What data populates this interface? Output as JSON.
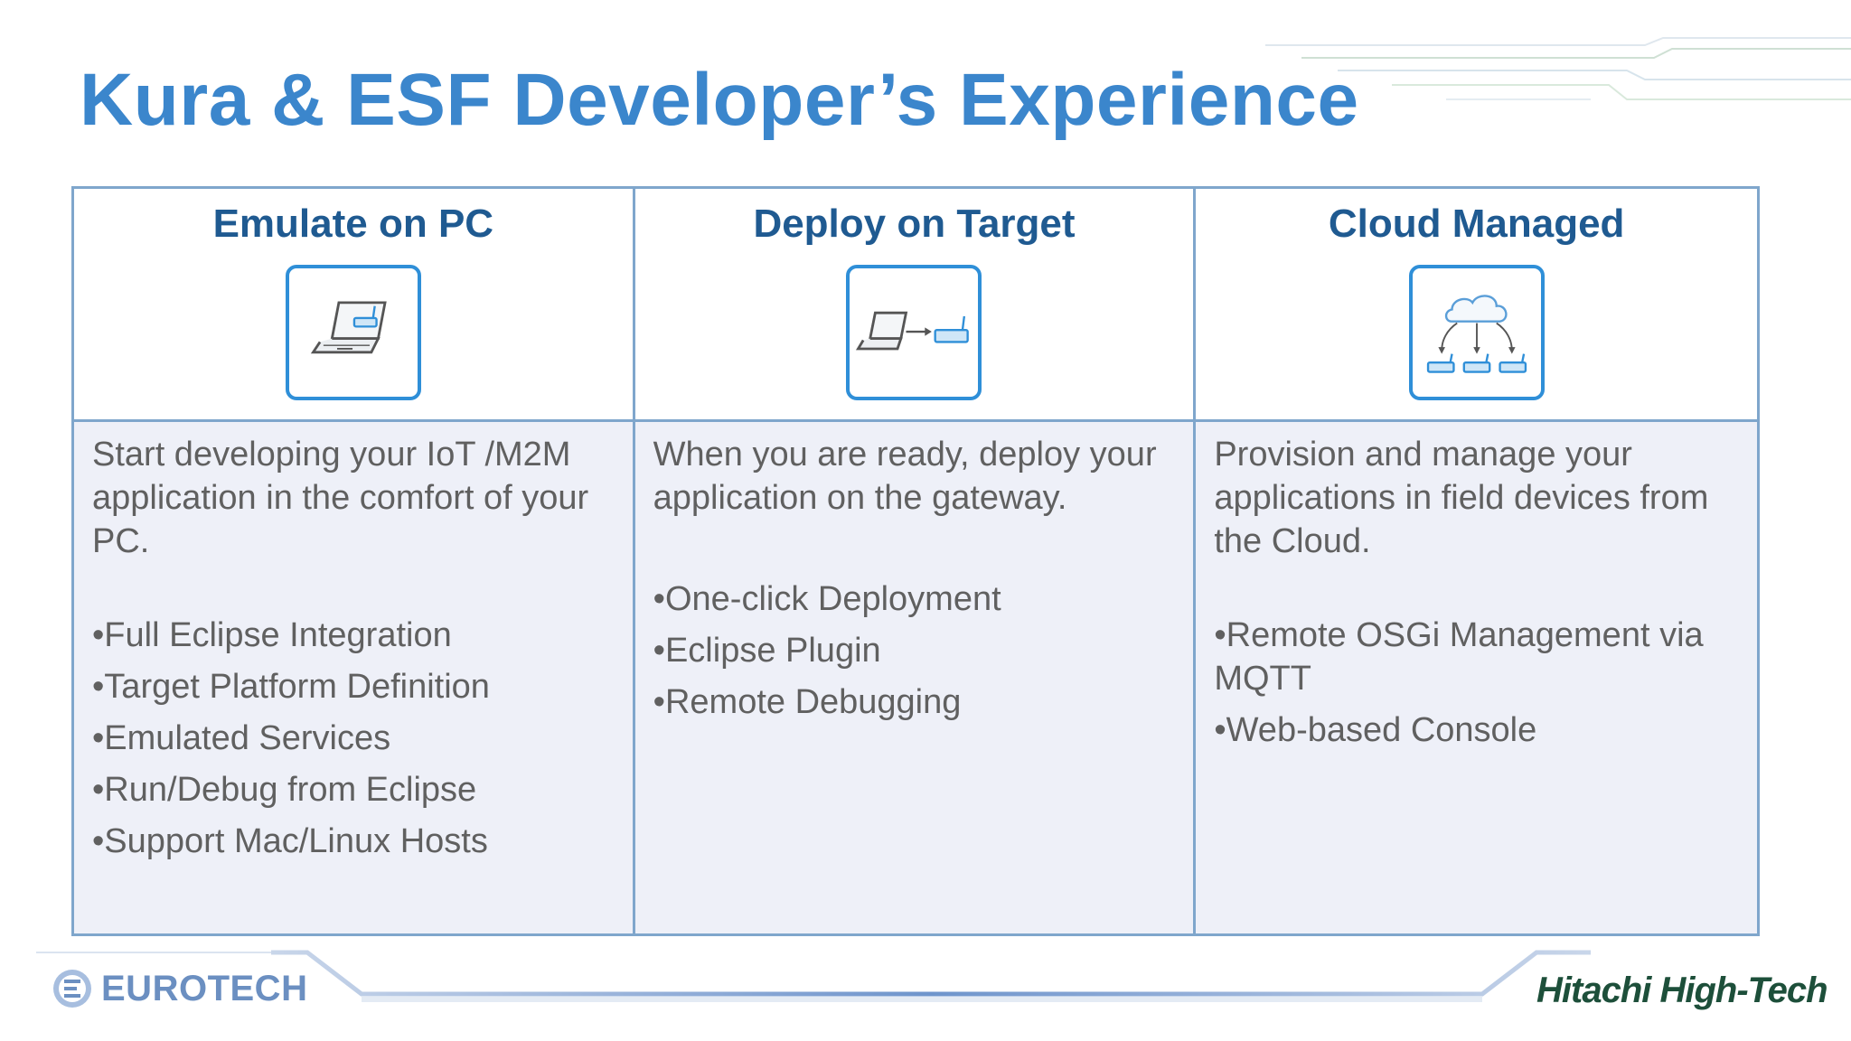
{
  "slide": {
    "title": "Kura & ESF Developer’s Experience"
  },
  "columns": [
    {
      "heading": "Emulate on PC",
      "icon": "laptop-router-icon",
      "intro": "Start developing your IoT /M2M application in the comfort of your PC.",
      "bullets": [
        "•Full Eclipse Integration",
        "•Target Platform Definition",
        "•Emulated Services",
        "•Run/Debug from Eclipse",
        "•Support Mac/Linux Hosts"
      ]
    },
    {
      "heading": "Deploy on Target",
      "icon": "laptop-to-gateway-icon",
      "intro": "When you are ready, deploy your application on the gateway.",
      "bullets": [
        "•One-click Deployment",
        "•Eclipse Plugin",
        "•Remote Debugging"
      ]
    },
    {
      "heading": "Cloud Managed",
      "icon": "cloud-devices-icon",
      "intro": "Provision and manage your applications in field devices from the Cloud.",
      "bullets": [
        "•Remote OSGi Management via MQTT",
        "•Web-based Console"
      ]
    }
  ],
  "footer": {
    "left_logo": "EUROTECH",
    "right_logo": "Hitachi High-Tech"
  },
  "colors": {
    "title": "#3b86cc",
    "heading": "#1f5a91",
    "border": "#7fa6cc",
    "icon_border": "#2f8fd8",
    "body_bg": "#eef0f8"
  }
}
